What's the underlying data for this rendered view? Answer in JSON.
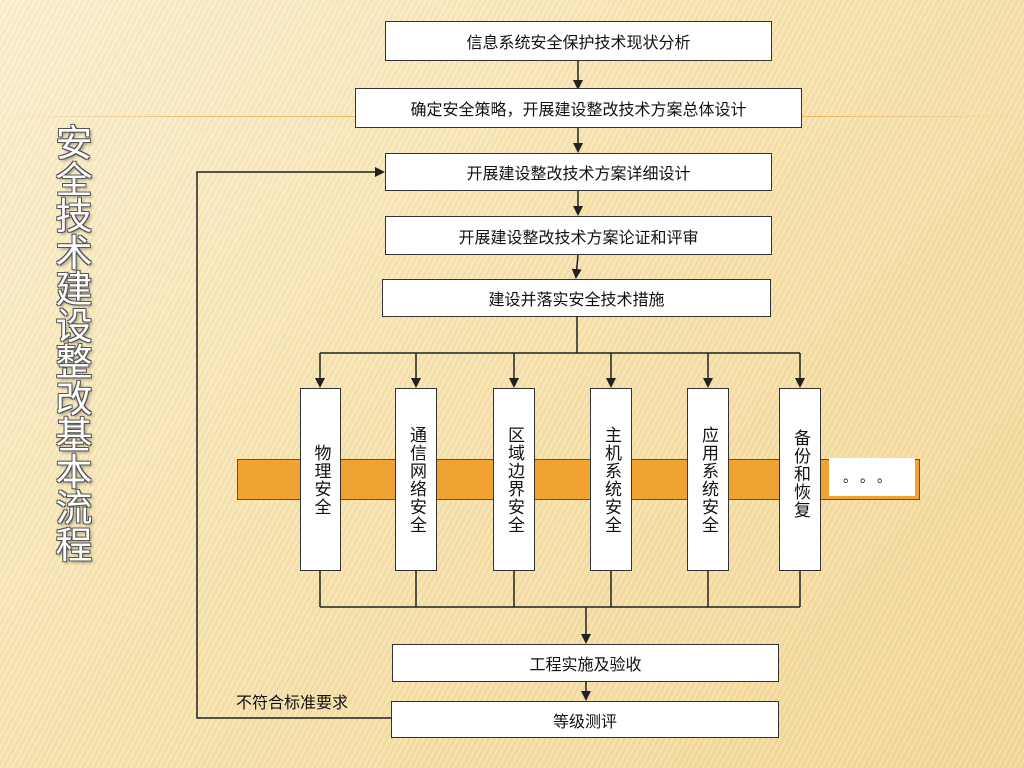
{
  "title_vertical": "安全技术建设整改基本流程",
  "steps": {
    "s1": "信息系统安全保护技术现状分析",
    "s2": "确定安全策略，开展建设整改技术方案总体设计",
    "s3": "开展建设整改技术方案详细设计",
    "s4": "开展建设整改技术方案论证和评审",
    "s5": "建设并落实安全技术措施",
    "s6": "工程实施及验收",
    "s7": "等级测评"
  },
  "branches": [
    "物理安全",
    "通信网络安全",
    "区域边界安全",
    "主机系统安全",
    "应用系统安全",
    "备份和恢复"
  ],
  "ellipsis": "。。。",
  "feedback_label": "不符合标准要求",
  "colors": {
    "band": "#f0a331",
    "stroke": "#222222",
    "box_fill": "#ffffff"
  }
}
